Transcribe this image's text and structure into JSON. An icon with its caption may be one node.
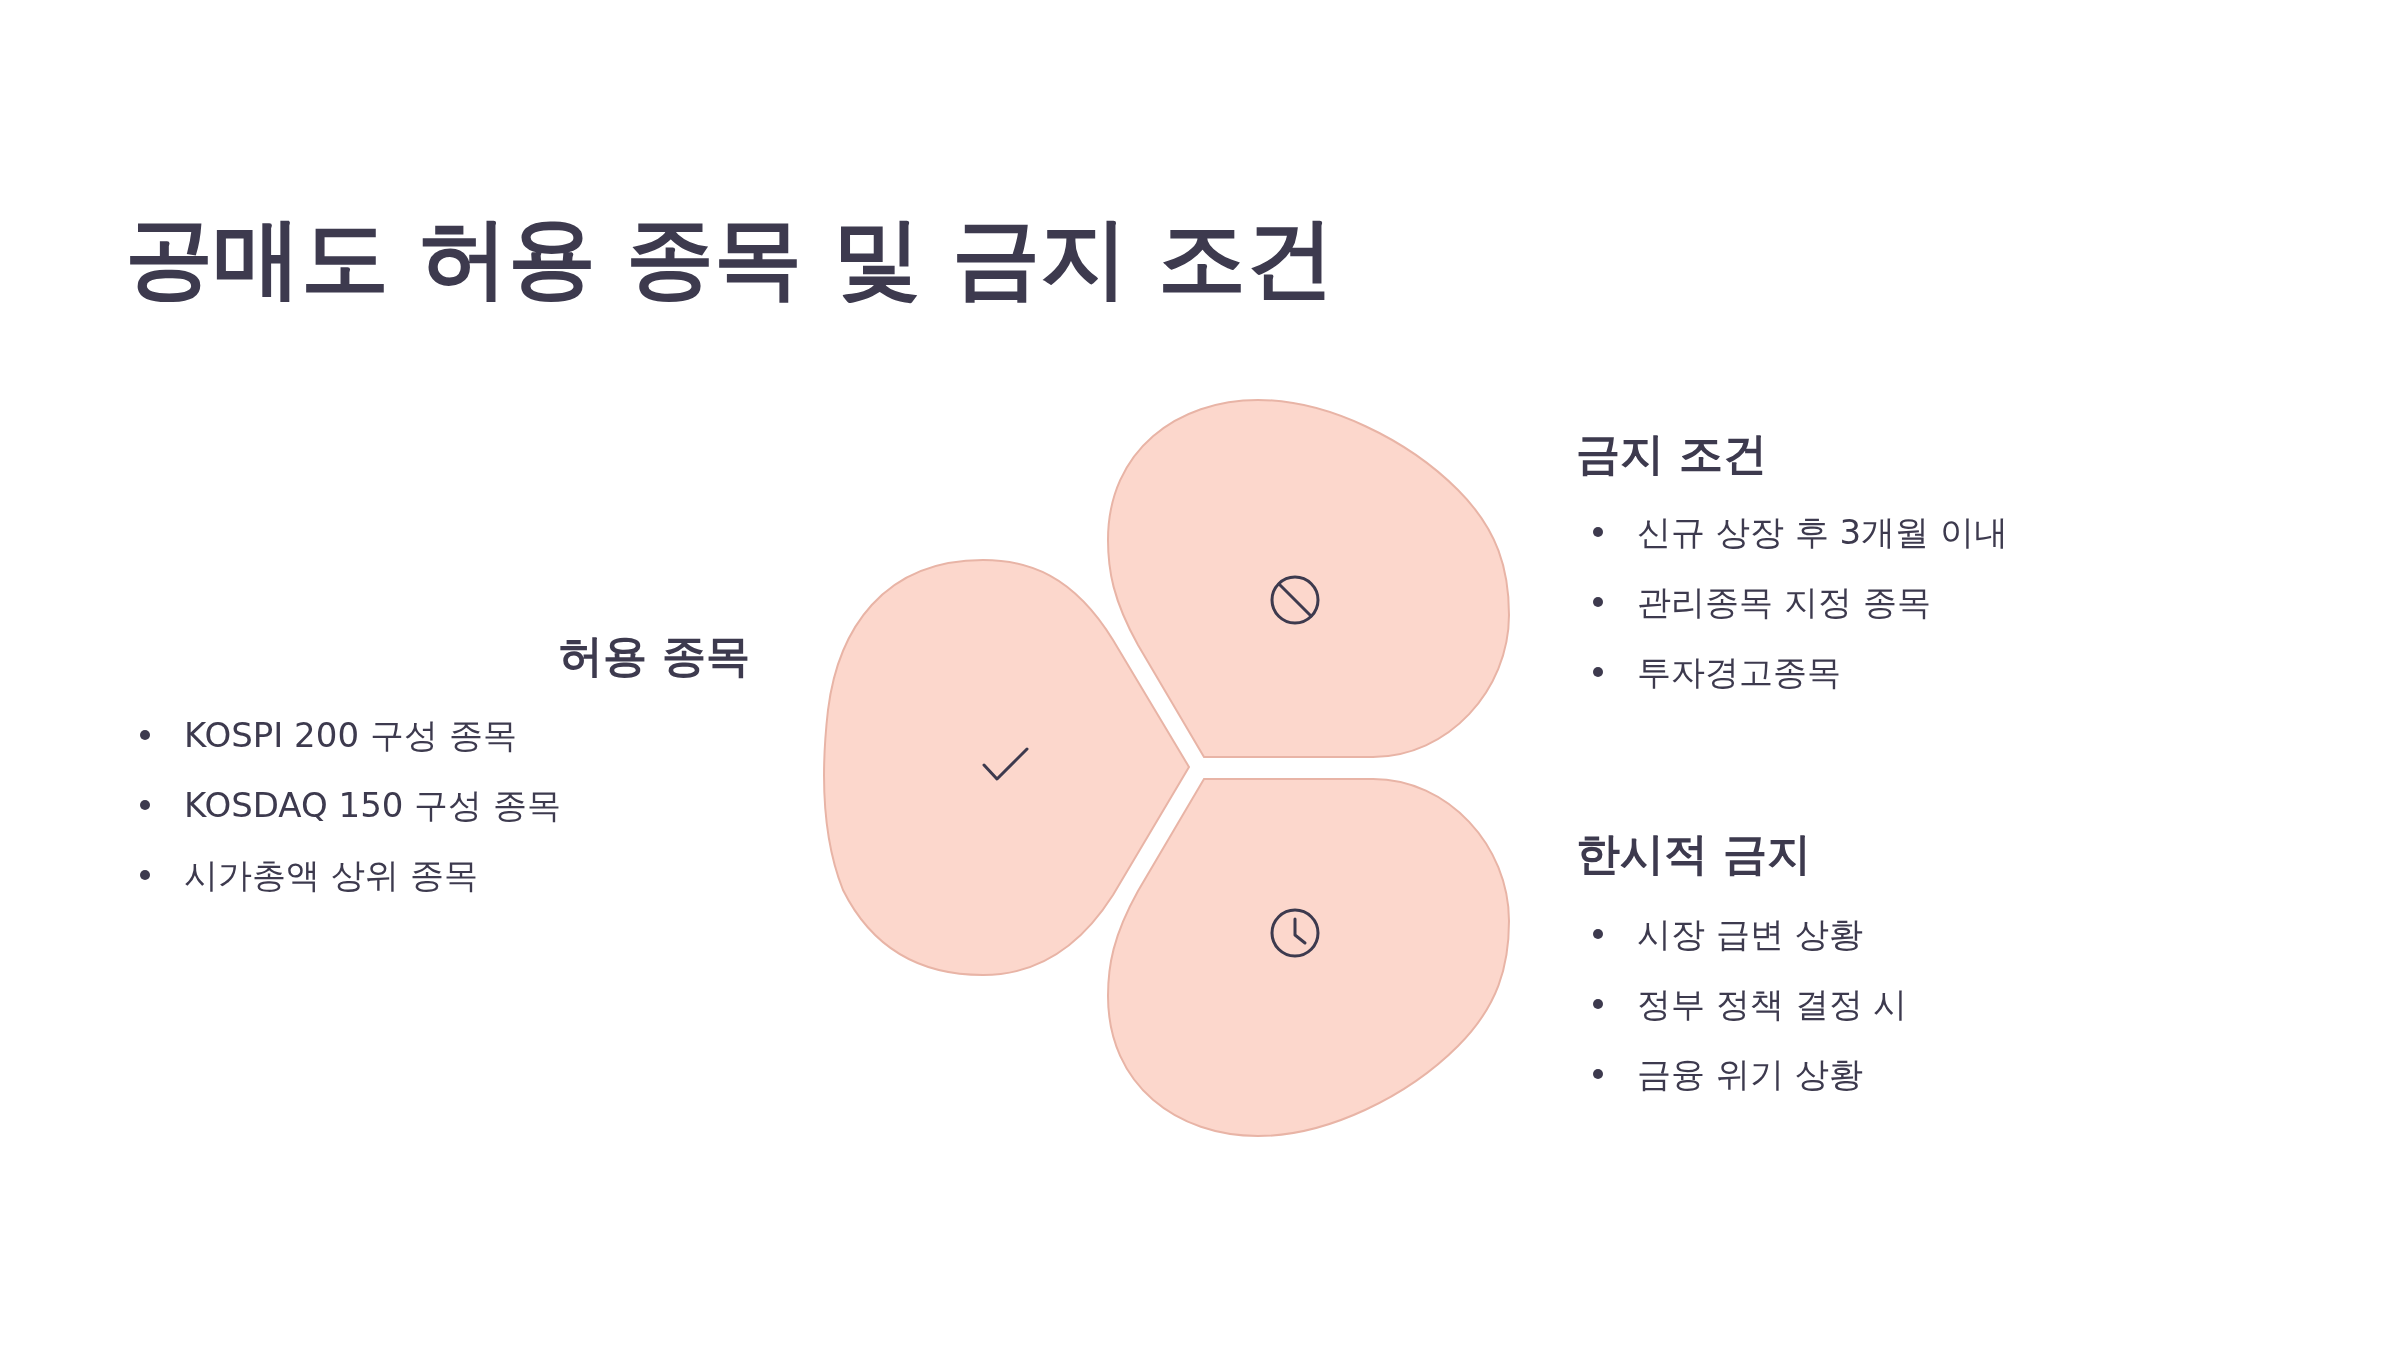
{
  "diagram": {
    "title": "공매도 허용 종목 및 금지 조건",
    "labels": [
      "허용 종목",
      "KOSPI 200 구성 종목",
      "KOSDAQ 150 구성 종목",
      "시가총액 상위 종목",
      "금지 조건",
      "신규 상장 후 3개월 이내",
      "관리종목 지정 종목",
      "투자경고종목",
      "한시적 금지",
      "시장 급변 상황",
      "정부 정책 결정 시",
      "금융 위기 상황"
    ]
  }
}
